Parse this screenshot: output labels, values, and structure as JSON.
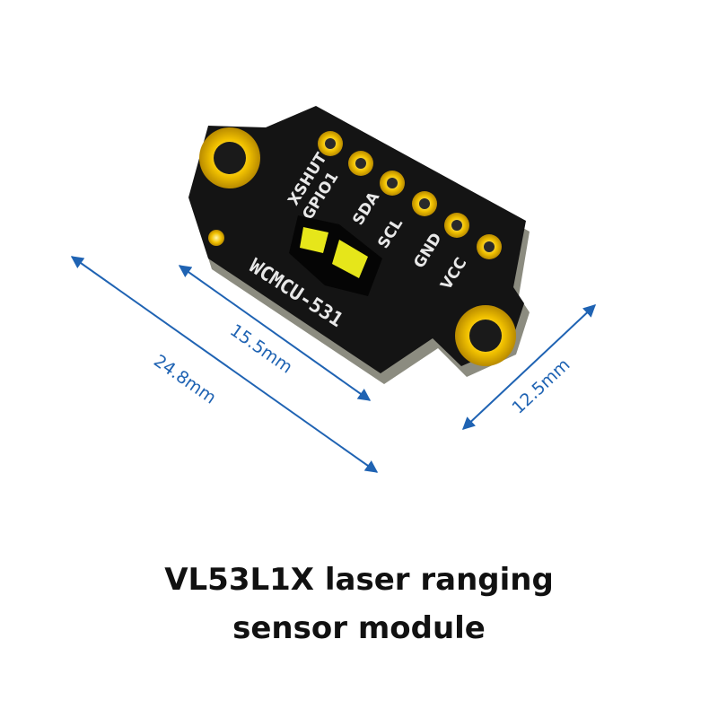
{
  "caption": {
    "line1": "VL53L1X laser ranging",
    "line2": "sensor module"
  },
  "board": {
    "model": "WCMCU-531",
    "pins": [
      "XSHUT",
      "GPIO1",
      "SDA",
      "SCL",
      "GND",
      "VCC"
    ]
  },
  "dimensions": {
    "length_outer": "24.8mm",
    "length_inner": "15.5mm",
    "width": "12.5mm"
  },
  "colors": {
    "dimension_line": "#1f63b3",
    "pcb": "#141414",
    "pad_gold": "#f2c200",
    "silkscreen": "#e8e8e8",
    "sensor_window": "#e6e61a"
  }
}
